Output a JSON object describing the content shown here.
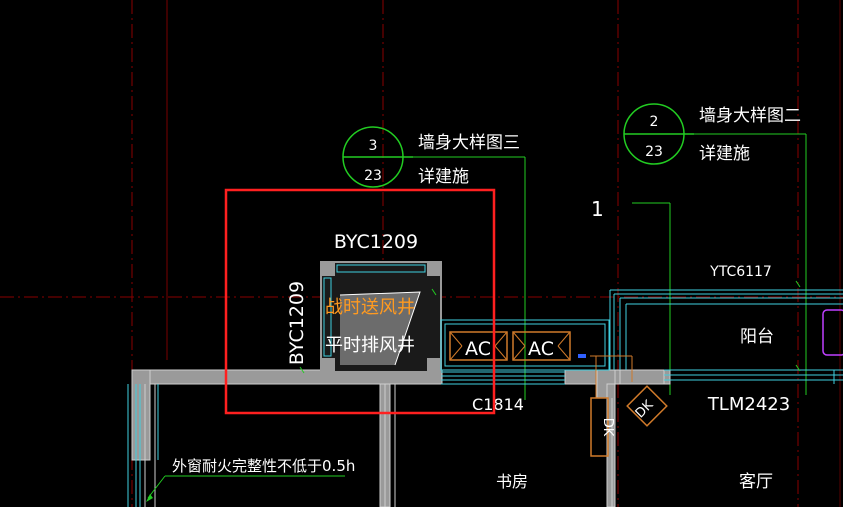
{
  "callout_3": {
    "top": "3",
    "bottom": "23",
    "line1": "墙身大样图三",
    "line2": "详建施"
  },
  "callout_2": {
    "top": "2",
    "bottom": "23",
    "line1": "墙身大样图二",
    "line2": "详建施"
  },
  "axis_label": "1",
  "shaft": {
    "window_top": "BYC1209",
    "window_side": "BYC1209",
    "name_fire": "战时送风井",
    "name_peace": "平时排风井"
  },
  "ac_labels": [
    "AC",
    "AC"
  ],
  "window_c": "C1814",
  "window_balcony": "YTC6117",
  "door_tlm": "TLM2423",
  "dk_labels": [
    "DK",
    "DK"
  ],
  "rooms": {
    "study": "书房",
    "living": "客厅",
    "balcony": "阳台"
  },
  "note": "外窗耐火完整性不低于0.5h",
  "colors": {
    "background": "#000000",
    "wall": "#9a9a9a",
    "window_cyan": "#3fd0e0",
    "fire_text": "#ff9a20",
    "highlight_red": "#ff2020",
    "callout_green": "#22cc22",
    "ac_orange": "#d07a2a",
    "dim_line_dark_red": "#8a0000"
  }
}
